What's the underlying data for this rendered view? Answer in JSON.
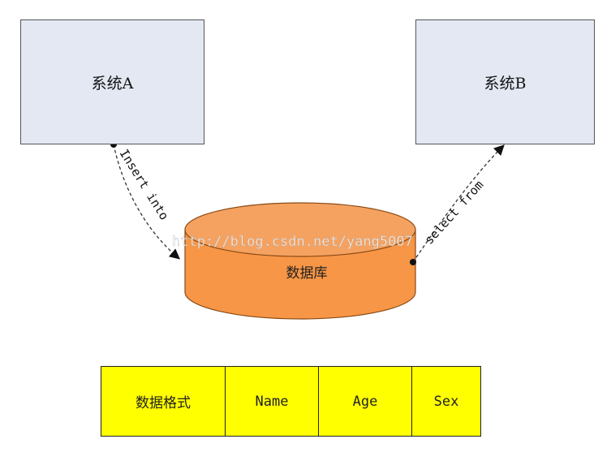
{
  "nodes": {
    "system_a": "系统A",
    "system_b": "系统B",
    "database": "数据库"
  },
  "edges": {
    "insert": "Insert into",
    "select": "select from"
  },
  "watermark": "http://blog.csdn.net/yang5007",
  "table": {
    "cells": [
      "数据格式",
      "Name",
      "Age",
      "Sex"
    ]
  },
  "colors": {
    "system_fill": "#e3e8f3",
    "database_fill": "#f79646",
    "table_fill": "#ffff00"
  }
}
